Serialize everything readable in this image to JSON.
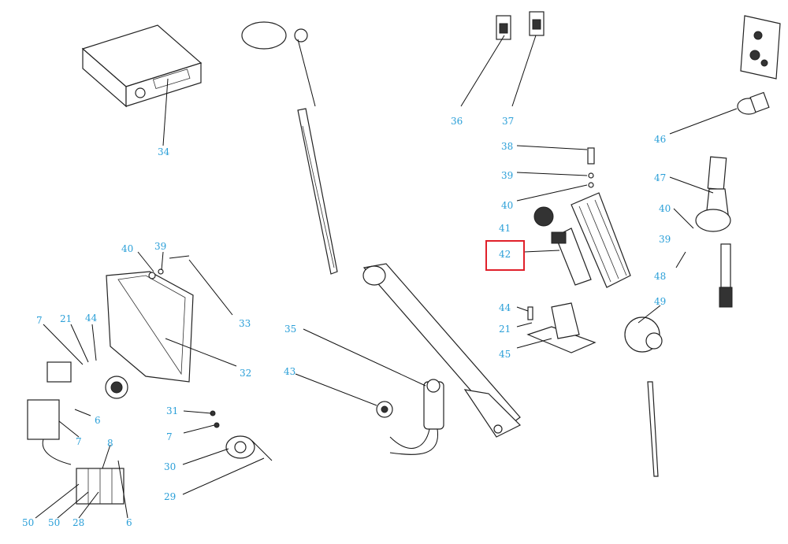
{
  "diagram": {
    "highlight_color": "#e0202a",
    "callout_color": "#2a9fd8",
    "callouts": [
      {
        "id": "c34",
        "text": "34"
      },
      {
        "id": "c36",
        "text": "36"
      },
      {
        "id": "c37",
        "text": "37"
      },
      {
        "id": "c46",
        "text": "46"
      },
      {
        "id": "c38",
        "text": "38"
      },
      {
        "id": "c39a",
        "text": "39"
      },
      {
        "id": "c47",
        "text": "47"
      },
      {
        "id": "c40a",
        "text": "40"
      },
      {
        "id": "c41",
        "text": "41"
      },
      {
        "id": "c40b",
        "text": "40"
      },
      {
        "id": "c39b",
        "text": "39"
      },
      {
        "id": "c42",
        "text": "42"
      },
      {
        "id": "c48",
        "text": "48"
      },
      {
        "id": "c49",
        "text": "49"
      },
      {
        "id": "c44a",
        "text": "44"
      },
      {
        "id": "c21a",
        "text": "21"
      },
      {
        "id": "c45",
        "text": "45"
      },
      {
        "id": "c40c",
        "text": "40"
      },
      {
        "id": "c39c",
        "text": "39"
      },
      {
        "id": "c33",
        "text": "33"
      },
      {
        "id": "c35",
        "text": "35"
      },
      {
        "id": "c32",
        "text": "32"
      },
      {
        "id": "c7a",
        "text": "7"
      },
      {
        "id": "c21b",
        "text": "21"
      },
      {
        "id": "c44b",
        "text": "44"
      },
      {
        "id": "c43",
        "text": "43"
      },
      {
        "id": "c6a",
        "text": "6"
      },
      {
        "id": "c31",
        "text": "31"
      },
      {
        "id": "c7b",
        "text": "7"
      },
      {
        "id": "c7c",
        "text": "7"
      },
      {
        "id": "c8",
        "text": "8"
      },
      {
        "id": "c30",
        "text": "30"
      },
      {
        "id": "c29",
        "text": "29"
      },
      {
        "id": "c50a",
        "text": "50"
      },
      {
        "id": "c50b",
        "text": "50"
      },
      {
        "id": "c28",
        "text": "28"
      },
      {
        "id": "c6b",
        "text": "6"
      }
    ]
  }
}
